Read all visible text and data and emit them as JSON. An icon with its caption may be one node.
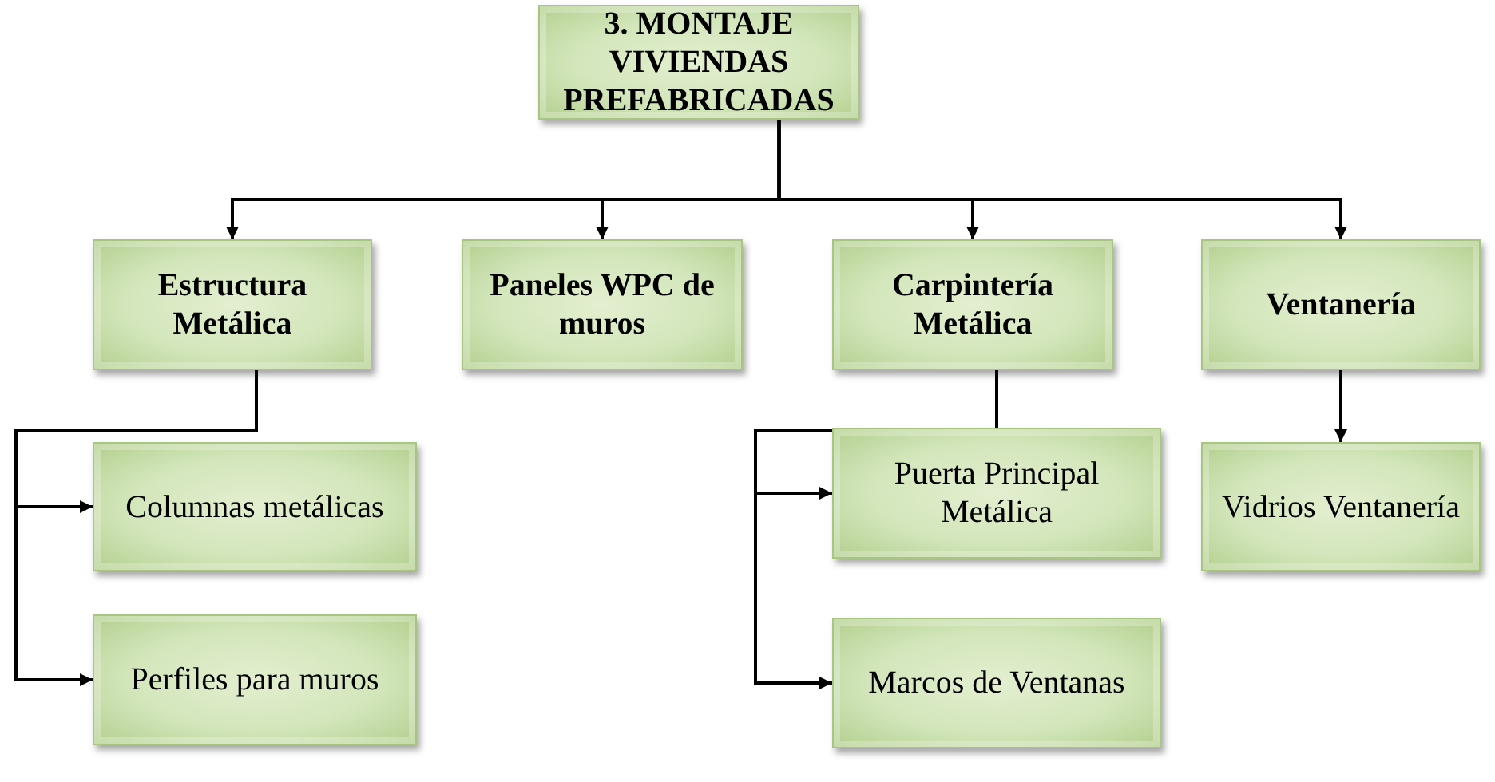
{
  "diagram": {
    "nodes": [
      {
        "text": [
          "3. MONTAJE VIVIENDAS PREFABRICADAS"
        ]
      },
      {
        "text": [
          "Estructura Metálica"
        ]
      },
      {
        "text": [
          "Paneles WPC de muros"
        ]
      },
      {
        "text": [
          "Carpintería Metálica"
        ]
      },
      {
        "text": [
          "Ventanería"
        ]
      },
      {
        "text": [
          "Columnas metálicas"
        ]
      },
      {
        "text": [
          "Perfiles para muros"
        ]
      },
      {
        "text": [
          "Puerta Principal Metálica"
        ]
      },
      {
        "text": [
          "Marcos de Ventanas"
        ]
      },
      {
        "text": [
          "Vidrios Ventanería"
        ]
      }
    ],
    "edges": [
      {
        "from": 0,
        "to": 1,
        "arrow": "to"
      },
      {
        "from": 0,
        "to": 2,
        "arrow": "to"
      },
      {
        "from": 0,
        "to": 3,
        "arrow": "to"
      },
      {
        "from": 0,
        "to": 4,
        "arrow": "to"
      },
      {
        "from": 1,
        "to": 5,
        "arrow": "to"
      },
      {
        "from": 1,
        "to": 6,
        "arrow": "to"
      },
      {
        "from": 3,
        "to": 7,
        "arrow": "to"
      },
      {
        "from": 3,
        "to": 8,
        "arrow": "to"
      },
      {
        "from": 4,
        "to": 9,
        "arrow": "to"
      }
    ]
  }
}
